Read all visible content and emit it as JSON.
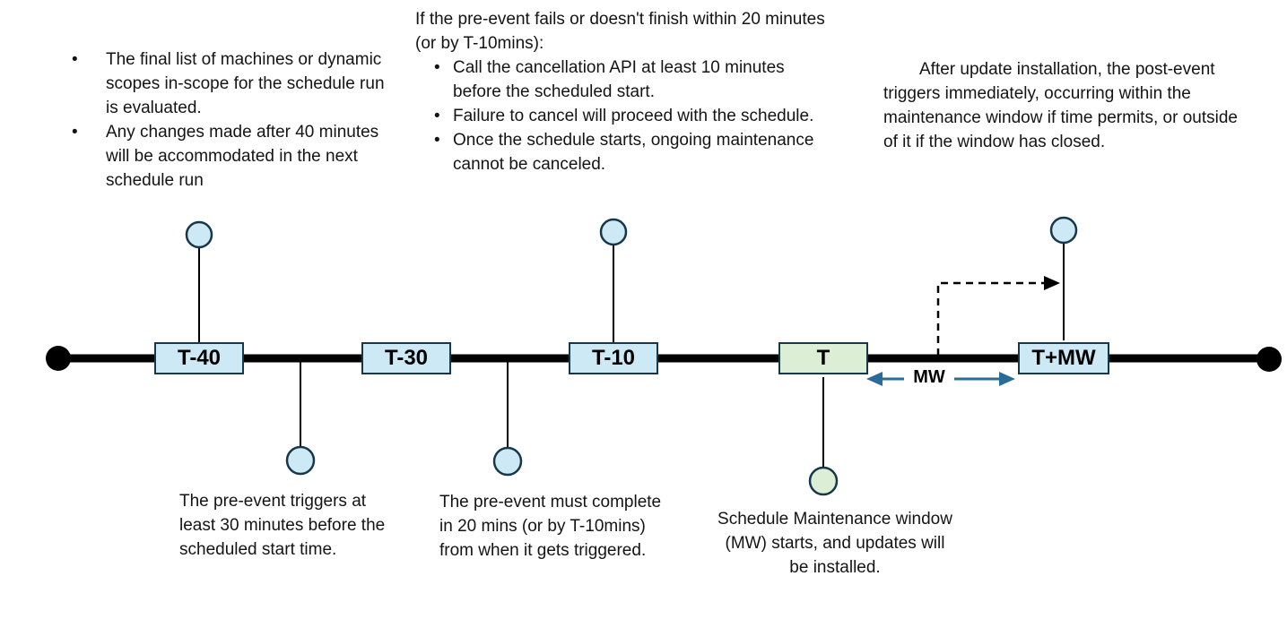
{
  "colors": {
    "marker_blue_fill": "#cde9f6",
    "marker_green_fill": "#dceed6",
    "marker_outline": "#16384a",
    "mw_arrow_blue": "#2a6c96",
    "timeline_black": "#000000"
  },
  "timeline": {
    "markers": [
      {
        "label": "T-40",
        "color": "blue"
      },
      {
        "label": "T-30",
        "color": "blue"
      },
      {
        "label": "T-10",
        "color": "blue"
      },
      {
        "label": "T",
        "color": "green"
      },
      {
        "label": "T+MW",
        "color": "blue"
      }
    ],
    "mw_label": "MW"
  },
  "notes": {
    "top_left": {
      "items": [
        "The final list of machines or dynamic scopes in-scope for the schedule run is evaluated.",
        "Any changes made after 40 minutes will be accommodated in the next schedule run"
      ]
    },
    "top_center": {
      "heading": "If the pre-event fails or doesn't finish within 20 minutes (or by T-10mins):",
      "items": [
        "Call the cancellation API at least 10 minutes before the scheduled start.",
        "Failure to cancel will proceed with the schedule.",
        "Once the schedule starts, ongoing maintenance cannot be canceled."
      ]
    },
    "top_right": {
      "text": "After update installation, the post-event triggers immediately, occurring within the maintenance window if time permits, or outside of it if the window has closed."
    },
    "below_t30": {
      "text": "The pre-event triggers at least 30 minutes before the scheduled start time."
    },
    "below_t10": {
      "text": "The pre-event must complete in 20 mins (or by T-10mins) from when it gets triggered."
    },
    "below_t": {
      "text": "Schedule Maintenance window (MW) starts, and updates will be installed."
    }
  }
}
